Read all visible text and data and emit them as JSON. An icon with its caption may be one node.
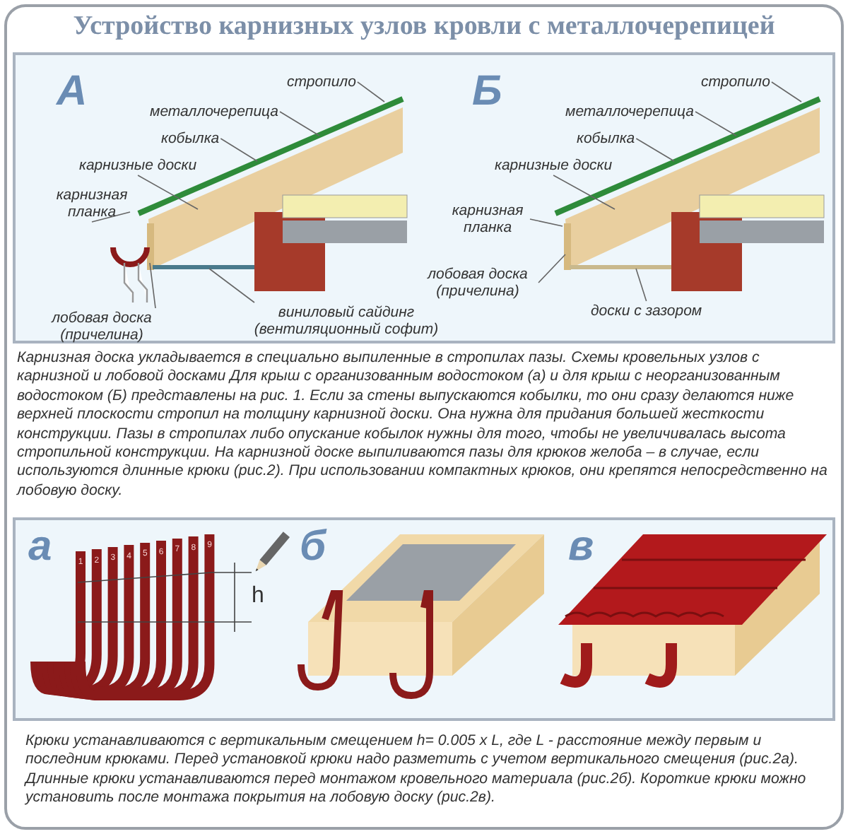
{
  "diagram": {
    "title": "Устройство карнизных узлов кровли с металлочерепицей",
    "nodes": [
      {
        "text": [
          "стропило"
        ]
      },
      {
        "text": [
          "металлочерепица"
        ]
      },
      {
        "text": [
          "кобылка"
        ]
      },
      {
        "text": [
          "карнизные доски"
        ]
      },
      {
        "text": [
          "карнизная планка"
        ]
      },
      {
        "text": [
          "лобовая доска (причелина)"
        ]
      },
      {
        "text": [
          "виниловый сайдинг (вентиляционный софит)"
        ]
      },
      {
        "text": [
          "стропило"
        ]
      },
      {
        "text": [
          "металлочерепица"
        ]
      },
      {
        "text": [
          "кобылка"
        ]
      },
      {
        "text": [
          "карнизные доски"
        ]
      },
      {
        "text": [
          "карнизная планка"
        ]
      },
      {
        "text": [
          "лобовая доска (причелина)"
        ]
      },
      {
        "text": [
          "доски с зазором"
        ]
      }
    ],
    "edges": [
      {
        "from": 0,
        "to": null,
        "arrow": "none"
      },
      {
        "from": 1,
        "to": null,
        "arrow": "none"
      },
      {
        "from": 2,
        "to": null,
        "arrow": "none"
      },
      {
        "from": 3,
        "to": null,
        "arrow": "none"
      },
      {
        "from": 4,
        "to": null,
        "arrow": "none"
      },
      {
        "from": 5,
        "to": null,
        "arrow": "none"
      },
      {
        "from": 6,
        "to": null,
        "arrow": "none"
      },
      {
        "from": 7,
        "to": null,
        "arrow": "none"
      },
      {
        "from": 8,
        "to": null,
        "arrow": "none"
      },
      {
        "from": 9,
        "to": null,
        "arrow": "none"
      },
      {
        "from": 10,
        "to": null,
        "arrow": "none"
      },
      {
        "from": 11,
        "to": null,
        "arrow": "none"
      },
      {
        "from": 12,
        "to": null,
        "arrow": "none"
      },
      {
        "from": 13,
        "to": null,
        "arrow": "none"
      }
    ],
    "labels": [
      "А",
      "Б",
      "Карнизная доска укладывается в специально выпиленные в стропилах пазы. Схемы кровельных узлов с карнизной и лобовой досками Для крыш с организованным водостоком (а) и для крыш с неорганизованным водостоком (Б) представлены на рис. 1. Если за стены выпускаются кобылки, то они сразу делаются ниже верхней плоскости стропил на толщину карнизной доски. Она нужна для придания большей жесткости конструкции. Пазы в стропилах либо опускание кобылок нужны для того, чтобы не увеличивалась высота стропильной конструкции. На карнизной доске выпиливаются пазы для крюков желоба – в случае, если используются длинные крюки (рис.2). При использовании компактных крюков, они крепятся непосредственно на лобовую доску.",
      "а",
      "1",
      "2",
      "3",
      "4",
      "5",
      "6",
      "7",
      "8",
      "9",
      "h",
      "б",
      "в",
      "Крюки устанавливаются с вертикальным смещением h= 0.005 x L, где  L - расстояние между первым и последним крюками. Перед установкой крюки надо разметить с учетом вертикального смещения (рис.2а). Длинные крюки устанавливаются перед монтажом кровельного материала (рис.2б). Короткие крюки можно установить после монтажа покрытия на лобовую доску (рис.2в)."
    ]
  }
}
